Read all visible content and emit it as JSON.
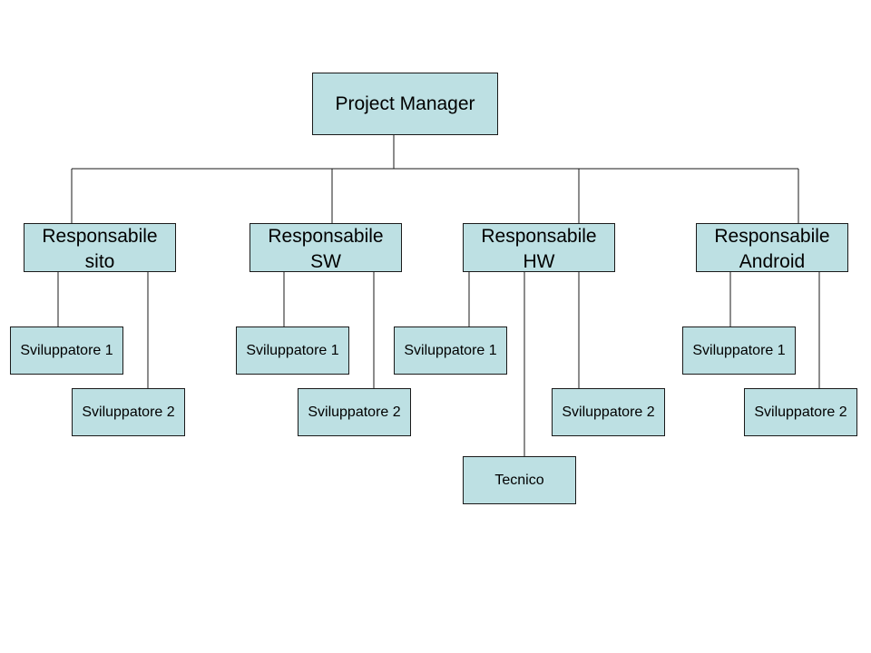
{
  "root": {
    "label": "Project Manager"
  },
  "managers": [
    {
      "line1": "Responsabile",
      "line2": "sito"
    },
    {
      "line1": "Responsabile",
      "line2": "SW"
    },
    {
      "line1": "Responsabile",
      "line2": "HW"
    },
    {
      "line1": "Responsabile",
      "line2": "Android"
    }
  ],
  "staff": {
    "sito": [
      "Sviluppatore 1",
      "Sviluppatore 2"
    ],
    "sw": [
      "Sviluppatore 1",
      "Sviluppatore 2"
    ],
    "hw": [
      "Sviluppatore 1",
      "Sviluppatore 2",
      "Tecnico"
    ],
    "android": [
      "Sviluppatore 1",
      "Sviluppatore 2"
    ]
  },
  "colors": {
    "box_fill": "#bde0e3",
    "line": "#1a1a1a",
    "background": "#ffffff"
  }
}
